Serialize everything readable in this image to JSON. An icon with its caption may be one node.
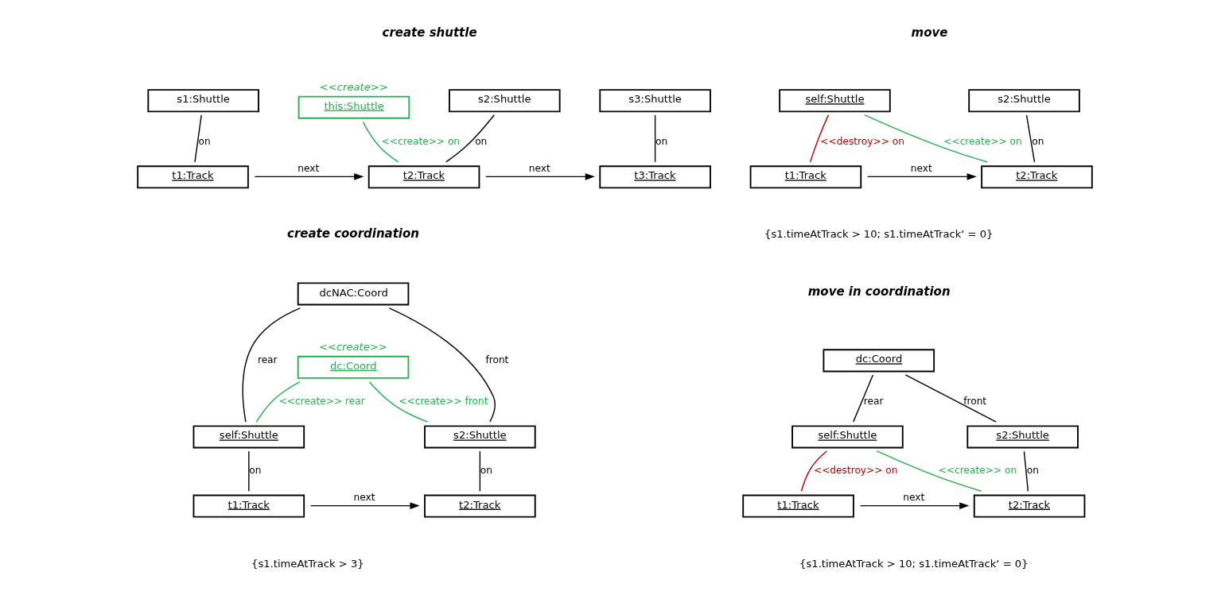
{
  "diagram": {
    "nodes": [
      {
        "text": [
          "s1:Shuttle"
        ]
      },
      {
        "text": [
          "<<create>>",
          "this:Shuttle"
        ]
      },
      {
        "text": [
          "s2:Shuttle"
        ]
      },
      {
        "text": [
          "s3:Shuttle"
        ]
      },
      {
        "text": [
          "t1:Track"
        ]
      },
      {
        "text": [
          "t2:Track"
        ]
      },
      {
        "text": [
          "t3:Track"
        ]
      },
      {
        "text": [
          "self:Shuttle"
        ]
      },
      {
        "text": [
          "s2:Shuttle"
        ]
      },
      {
        "text": [
          "t1:Track"
        ]
      },
      {
        "text": [
          "t2:Track"
        ]
      },
      {
        "text": [
          "dcNAC:Coord"
        ]
      },
      {
        "text": [
          "<<create>>",
          "dc:Coord"
        ]
      },
      {
        "text": [
          "self:Shuttle"
        ]
      },
      {
        "text": [
          "s2:Shuttle"
        ]
      },
      {
        "text": [
          "t1:Track"
        ]
      },
      {
        "text": [
          "t2:Track"
        ]
      },
      {
        "text": [
          "dc:Coord"
        ]
      },
      {
        "text": [
          "self:Shuttle"
        ]
      },
      {
        "text": [
          "s2:Shuttle"
        ]
      },
      {
        "text": [
          "t1:Track"
        ]
      },
      {
        "text": [
          "t2:Track"
        ]
      }
    ],
    "edges": [
      {
        "from": 0,
        "to": 4,
        "arrow": "none",
        "label": "on"
      },
      {
        "from": 1,
        "to": 5,
        "arrow": "none",
        "label": "<<create>> on",
        "color": "#22b14c"
      },
      {
        "from": 2,
        "to": 5,
        "arrow": "none",
        "label": "on"
      },
      {
        "from": 3,
        "to": 6,
        "arrow": "none",
        "label": "on"
      },
      {
        "from": 4,
        "to": 5,
        "arrow": "to",
        "label": "next"
      },
      {
        "from": 5,
        "to": 6,
        "arrow": "to",
        "label": "next"
      },
      {
        "from": 7,
        "to": 9,
        "arrow": "none",
        "label": "<<destroy>> on",
        "color": "#c00000"
      },
      {
        "from": 7,
        "to": 10,
        "arrow": "none",
        "label": "<<create>> on",
        "color": "#22b14c"
      },
      {
        "from": 8,
        "to": 10,
        "arrow": "none",
        "label": "on"
      },
      {
        "from": 9,
        "to": 10,
        "arrow": "to",
        "label": "next"
      },
      {
        "from": 11,
        "to": 13,
        "arrow": "none",
        "label": "rear"
      },
      {
        "from": 11,
        "to": 14,
        "arrow": "none",
        "label": "front"
      },
      {
        "from": 12,
        "to": 13,
        "arrow": "none",
        "label": "<<create>> rear",
        "color": "#22b14c"
      },
      {
        "from": 12,
        "to": 14,
        "arrow": "none",
        "label": "<<create>> front",
        "color": "#22b14c"
      },
      {
        "from": 13,
        "to": 15,
        "arrow": "none",
        "label": "on"
      },
      {
        "from": 14,
        "to": 16,
        "arrow": "none",
        "label": "on"
      },
      {
        "from": 15,
        "to": 16,
        "arrow": "to",
        "label": "next"
      },
      {
        "from": 17,
        "to": 18,
        "arrow": "none",
        "label": "rear"
      },
      {
        "from": 17,
        "to": 19,
        "arrow": "none",
        "label": "front"
      },
      {
        "from": 18,
        "to": 20,
        "arrow": "none",
        "label": "<<destroy>> on",
        "color": "#c00000"
      },
      {
        "from": 18,
        "to": 21,
        "arrow": "none",
        "label": "<<create>> on",
        "color": "#22b14c"
      },
      {
        "from": 19,
        "to": 21,
        "arrow": "none",
        "label": "on"
      },
      {
        "from": 20,
        "to": 21,
        "arrow": "to",
        "label": "next"
      }
    ],
    "labels": [
      "create shuttle",
      "move",
      "{s1.timeAtTrack > 10; s1.timeAtTrack‘ = 0}",
      "create coordination",
      "{s1.timeAtTrack > 3}",
      "move in coordination",
      "{s1.timeAtTrack > 10; s1.timeAtTrack‘ = 0}"
    ]
  }
}
